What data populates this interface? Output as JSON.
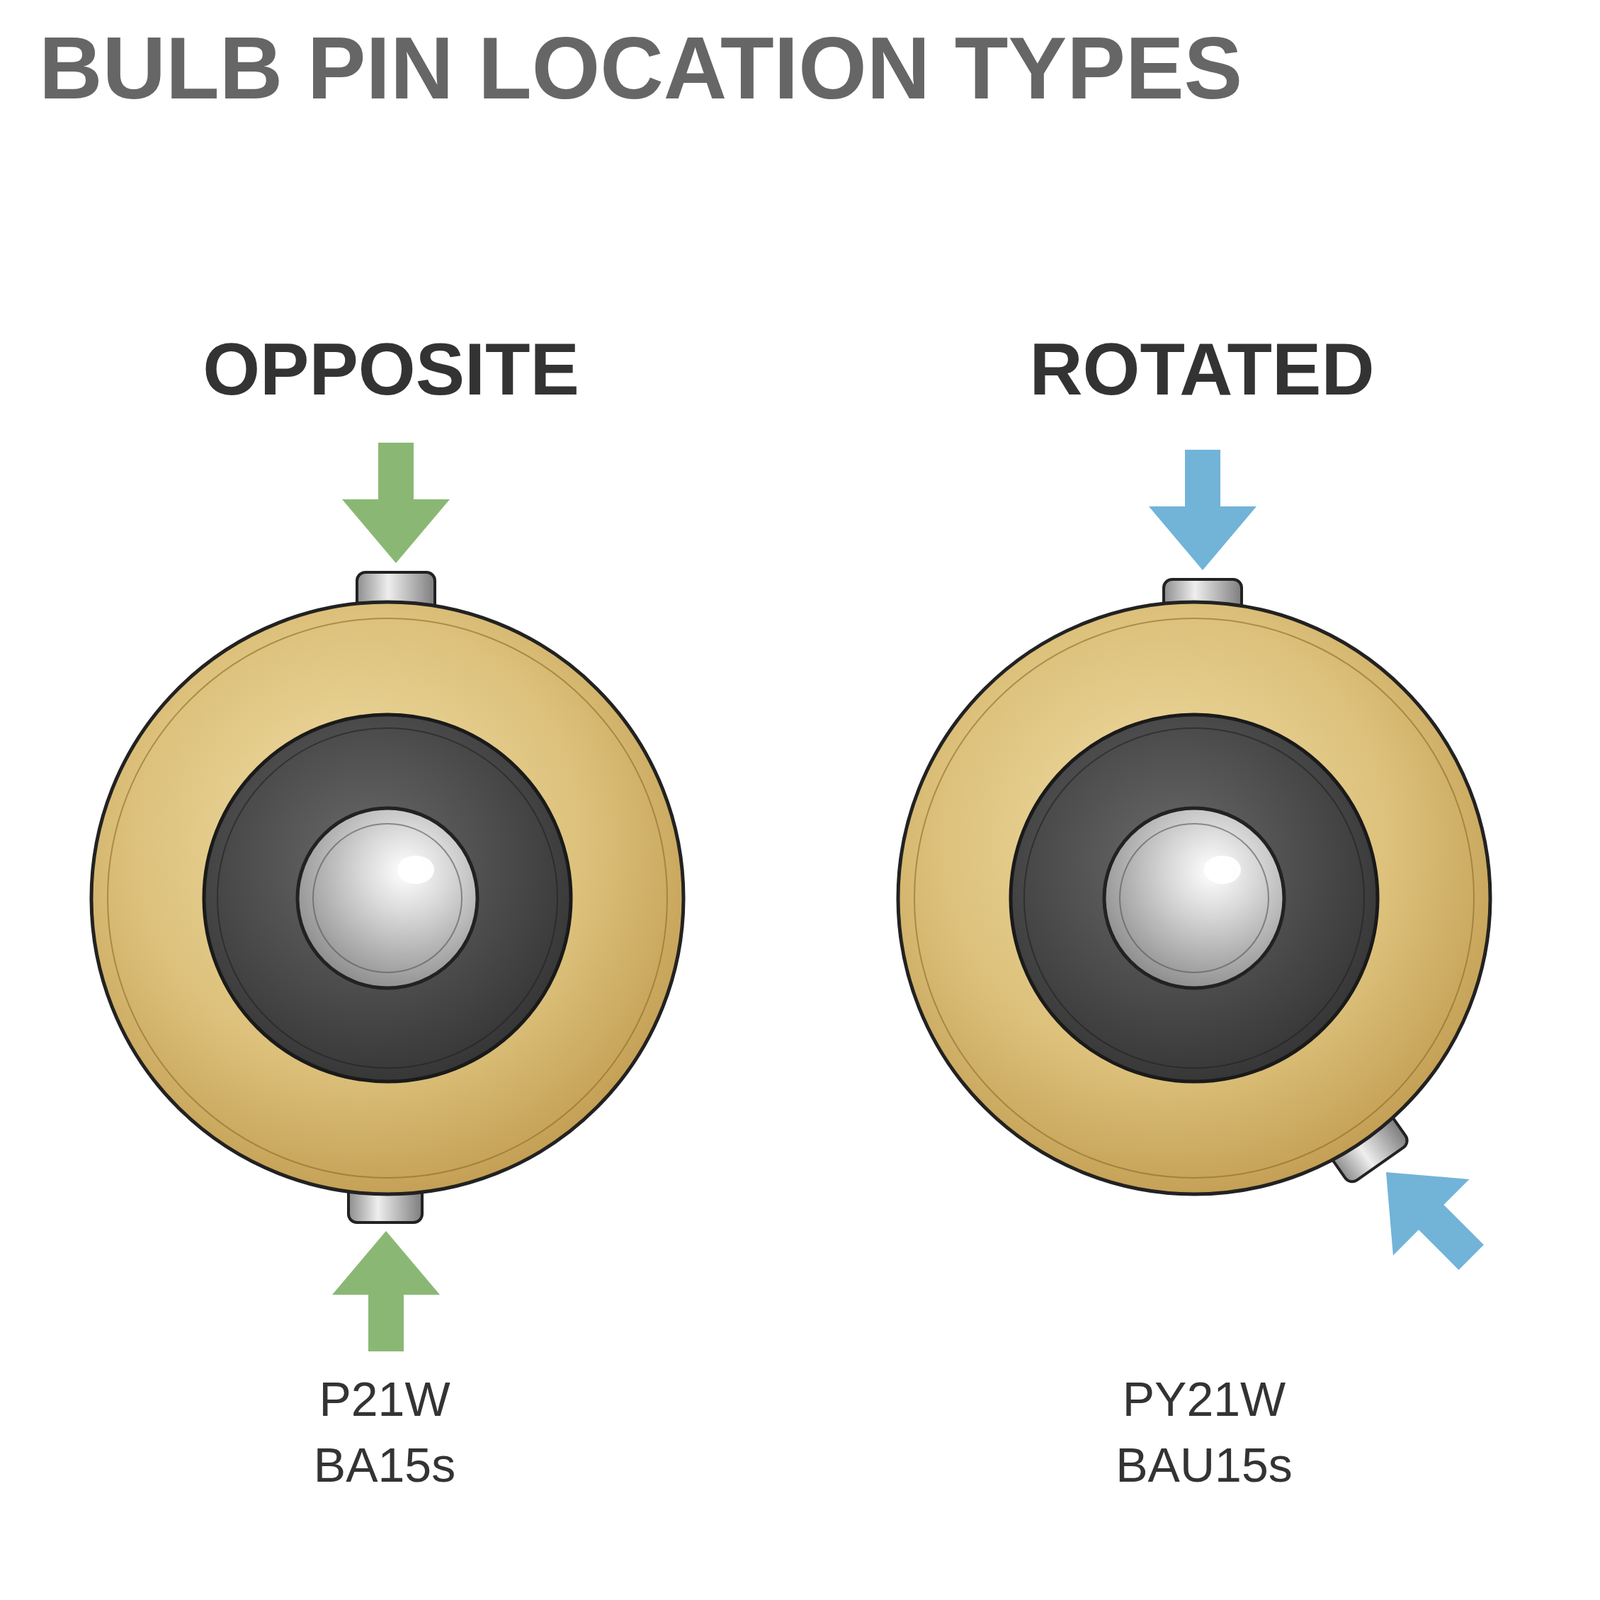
{
  "diagram": {
    "title": "BULB PIN LOCATION TYPES",
    "labels": [
      "OPPOSITE",
      "P21W",
      "BA15s",
      "ROTATED",
      "PY21W",
      "BAU15s"
    ]
  }
}
